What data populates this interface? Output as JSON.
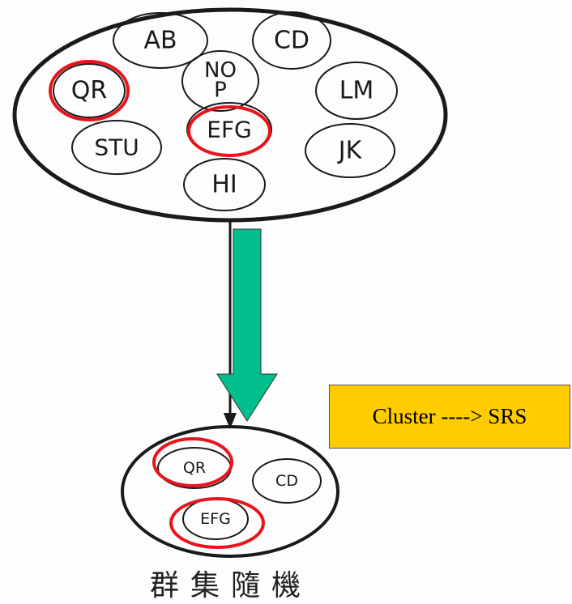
{
  "population": {
    "clusters": [
      {
        "id": "ab",
        "label": "AB",
        "selected": false
      },
      {
        "id": "cd",
        "label": "CD",
        "selected": false
      },
      {
        "id": "nop",
        "label": "NO\nP",
        "lines": [
          "NO",
          "P"
        ],
        "selected": false
      },
      {
        "id": "qr",
        "label": "QR",
        "selected": true
      },
      {
        "id": "lm",
        "label": "LM",
        "selected": false
      },
      {
        "id": "stu",
        "label": "STU",
        "selected": false
      },
      {
        "id": "efg",
        "label": "EFG",
        "selected": true
      },
      {
        "id": "jk",
        "label": "JK",
        "selected": false
      },
      {
        "id": "hi",
        "label": "HI",
        "selected": false
      }
    ]
  },
  "sample": {
    "clusters": [
      {
        "id": "qr",
        "label": "QR",
        "selected": true
      },
      {
        "id": "cd",
        "label": "CD",
        "selected": false
      },
      {
        "id": "efg",
        "label": "EFG",
        "selected": true
      }
    ]
  },
  "annotation": {
    "label": "Cluster ----> SRS"
  },
  "caption": "群集隨機",
  "colors": {
    "highlight": "#E8141B",
    "arrow": "#00BF8C",
    "box": "#FFCC00",
    "line": "#1a1a1a"
  }
}
